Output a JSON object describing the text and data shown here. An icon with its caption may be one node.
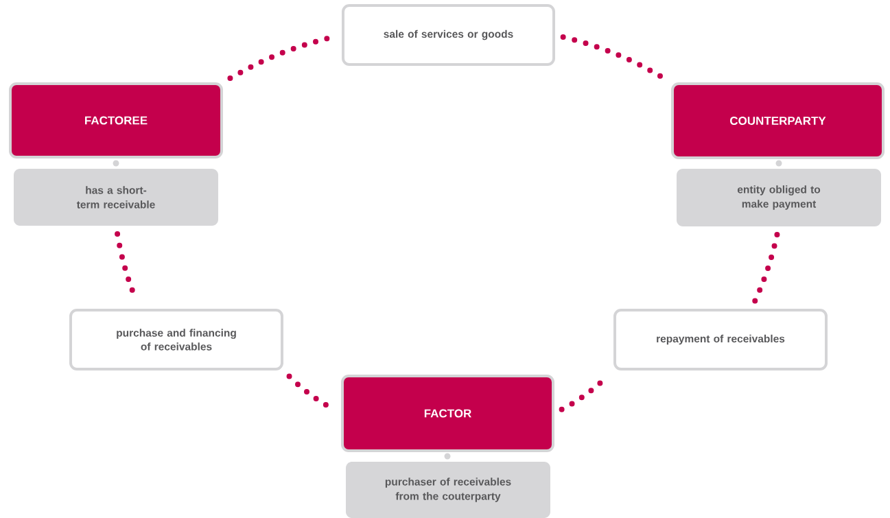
{
  "diagram": {
    "nodes": [
      {
        "text": [
          "sale of services or goods"
        ]
      },
      {
        "text": [
          "FACTOREE"
        ]
      },
      {
        "text": [
          "COUNTERPARTY"
        ]
      },
      {
        "text": [
          "has a short-term receivable"
        ]
      },
      {
        "text": [
          "entity obliged to make payment"
        ]
      },
      {
        "text": [
          "purchase and financing of receivables"
        ]
      },
      {
        "text": [
          "repayment of receivables"
        ]
      },
      {
        "text": [
          "FACTOR"
        ]
      },
      {
        "text": [
          "purchaser of receivables from the couterparty"
        ]
      }
    ],
    "edges": [
      {
        "from": 1,
        "to": 0,
        "arrow": "none"
      },
      {
        "from": 0,
        "to": 2,
        "arrow": "none"
      },
      {
        "from": 3,
        "to": 5,
        "arrow": "none"
      },
      {
        "from": 4,
        "to": 6,
        "arrow": "none"
      },
      {
        "from": 5,
        "to": 7,
        "arrow": "none"
      },
      {
        "from": 7,
        "to": 6,
        "arrow": "none"
      }
    ]
  }
}
